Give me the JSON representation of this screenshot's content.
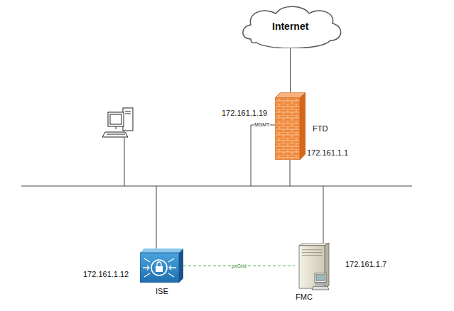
{
  "diagram": {
    "nodes": [
      {
        "text": [
          "Internet"
        ]
      },
      {
        "text": [
          "FTD"
        ]
      },
      {
        "text": [
          "ISE"
        ]
      },
      {
        "text": [
          "FMC"
        ]
      }
    ],
    "edges": [
      {
        "from": 0,
        "to": 1,
        "arrow": "none"
      },
      {
        "from": 2,
        "to": 3,
        "label": "pxGrid",
        "arrow": "none"
      }
    ],
    "labels": [
      "172.161.1.19",
      "MGMT",
      "172.161.1.1",
      "172.161.1.12",
      "172.161.1.7"
    ]
  }
}
